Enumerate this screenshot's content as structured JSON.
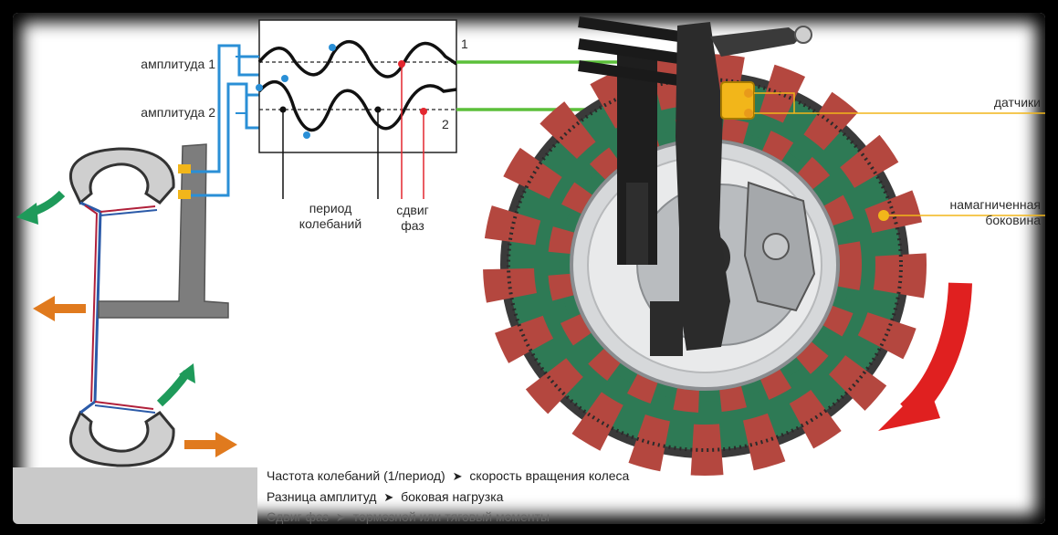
{
  "labels": {
    "amplitude1": "амплитуда 1",
    "amplitude2": "амплитуда 2",
    "period_line1": "период",
    "period_line2": "колебаний",
    "phase_line1": "сдвиг",
    "phase_line2": "фаз",
    "trace1": "1",
    "trace2": "2",
    "sensors": "датчики",
    "sidewall_line1": "намагниченная",
    "sidewall_line2": "боковина"
  },
  "captions": [
    {
      "left": "Частота колебаний (1/период)",
      "right": "скорость вращения колеса"
    },
    {
      "left": "Разница амплитуд",
      "right": "боковая нагрузка"
    },
    {
      "left": "Сдвиг фаз",
      "right": "тормозной или тяговый моменты"
    }
  ],
  "colors": {
    "wave": "#111111",
    "blue_wire": "#2a8fd6",
    "green_wire": "#5bbf3a",
    "red_marker": "#e3262f",
    "orange_arrow": "#e07a1e",
    "green_arrow": "#1e9a5a",
    "tyre_red": "#b4473f",
    "tyre_green": "#2e7a55",
    "rotation_arrow": "#e02020",
    "sensor_yellow": "#f2b61a"
  },
  "icons": {
    "caption_arrow": "arrowhead-right-icon"
  }
}
